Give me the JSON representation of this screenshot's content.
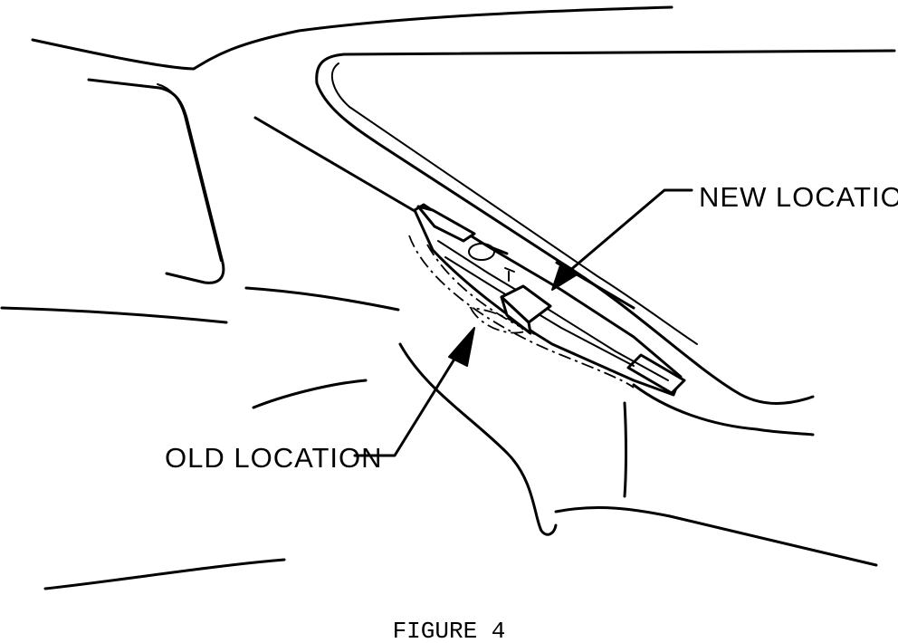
{
  "figure": {
    "caption": "FIGURE 4",
    "callouts": {
      "new_location": "NEW LOCATION",
      "old_location": "OLD LOCATION"
    }
  }
}
